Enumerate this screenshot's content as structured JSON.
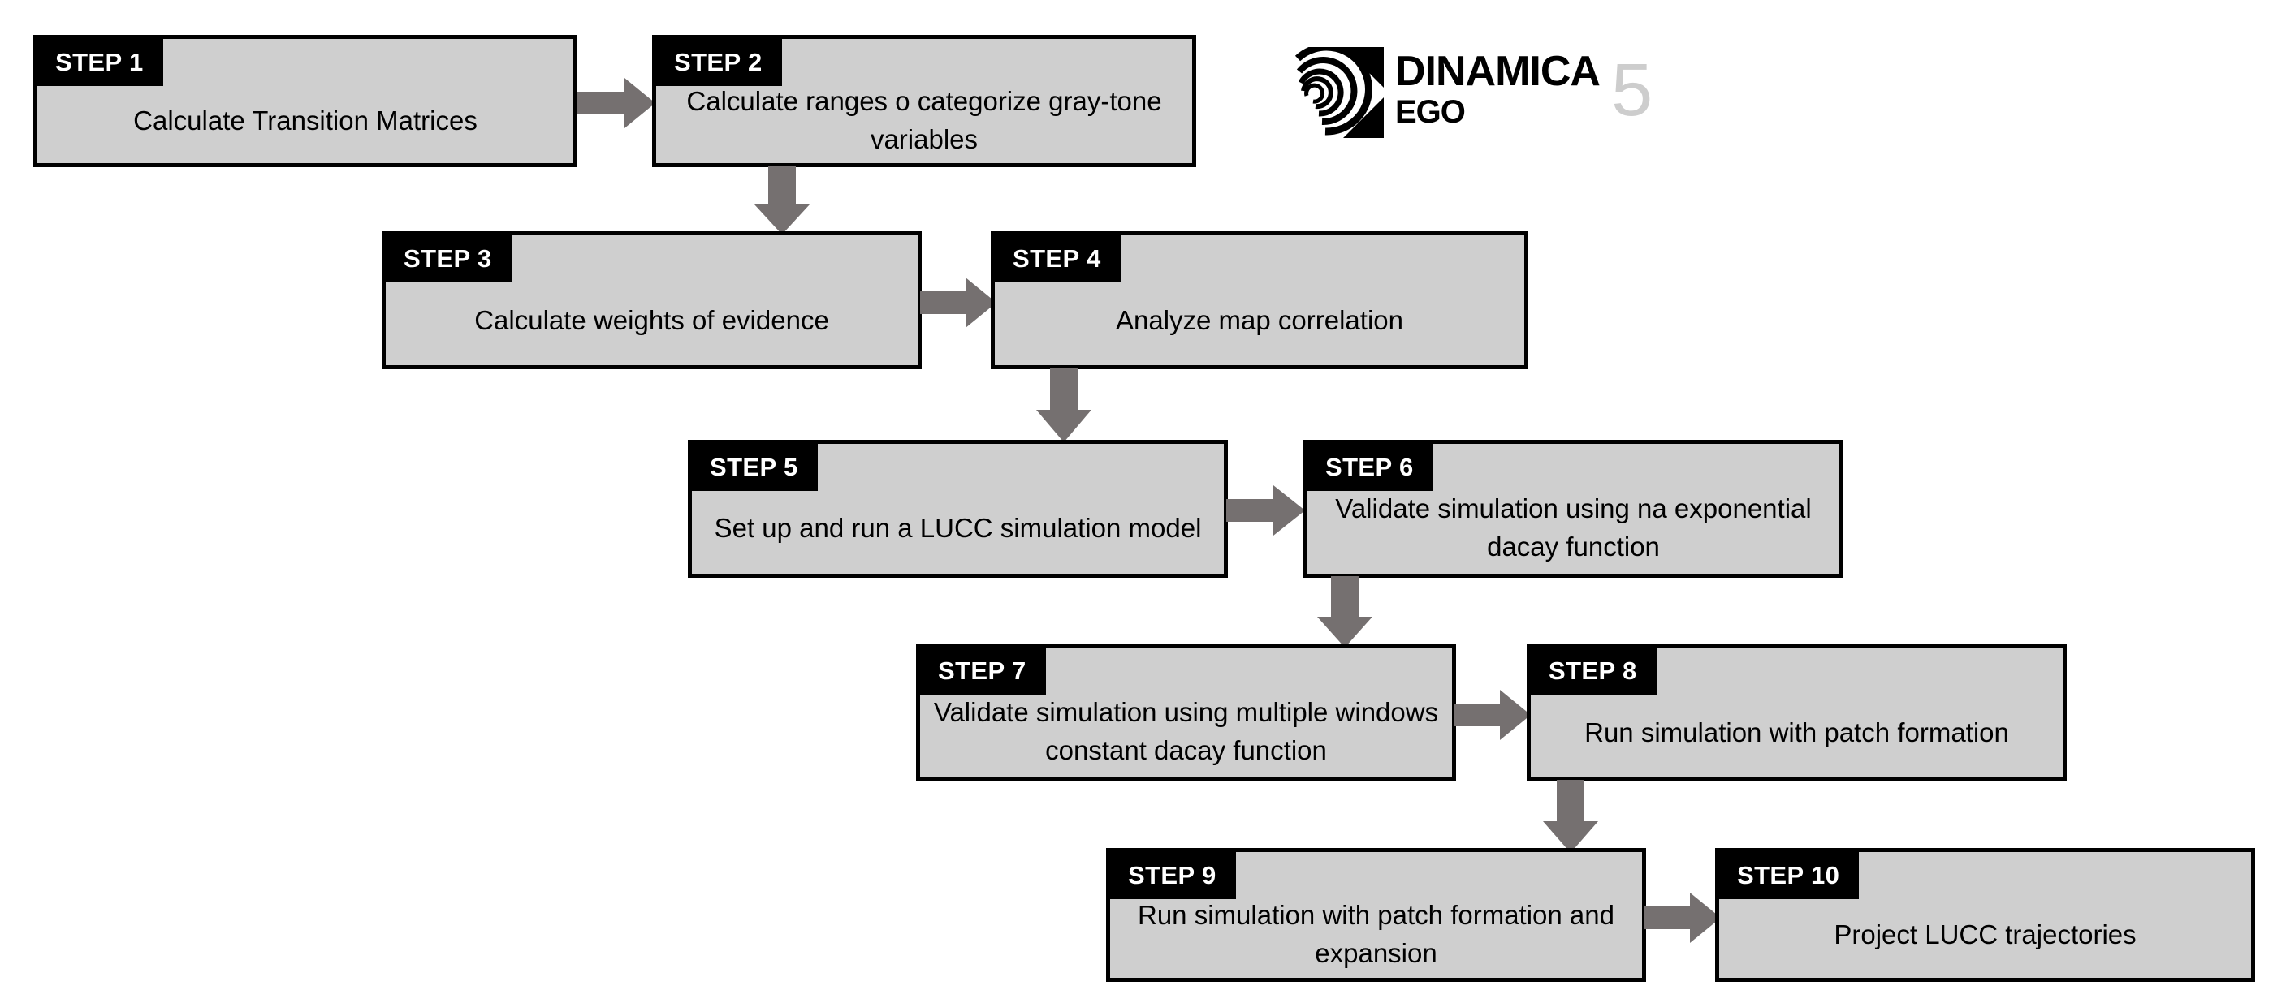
{
  "diagram": {
    "title": "Dinamica EGO workflow steps",
    "colors": {
      "box_fill": "#cfcfcf",
      "box_border": "#000000",
      "tab_fill": "#000000",
      "tab_text": "#ffffff",
      "arrow_fill": "#757070",
      "background": "#ffffff",
      "logo_version": "#cdcdcd"
    },
    "steps": [
      {
        "tab": "STEP 1",
        "text": "Calculate Transition Matrices"
      },
      {
        "tab": "STEP 2",
        "text": "Calculate ranges o categorize gray-tone variables"
      },
      {
        "tab": "STEP 3",
        "text": "Calculate weights of evidence"
      },
      {
        "tab": "STEP 4",
        "text": "Analyze map correlation"
      },
      {
        "tab": "STEP 5",
        "text": "Set up and run a LUCC simulation model"
      },
      {
        "tab": "STEP 6",
        "text": "Validate simulation using na exponential dacay function"
      },
      {
        "tab": "STEP 7",
        "text": "Validate simulation using multiple windows constant dacay function"
      },
      {
        "tab": "STEP 8",
        "text": "Run simulation with patch formation"
      },
      {
        "tab": "STEP 9",
        "text": "Run simulation with patch formation and expansion"
      },
      {
        "tab": "STEP 10",
        "text": "Project LUCC trajectories"
      }
    ],
    "connectors": [
      {
        "name": "arrow-step1-to-step2",
        "direction": "right"
      },
      {
        "name": "arrow-step2-to-step3",
        "direction": "down"
      },
      {
        "name": "arrow-step3-to-step4",
        "direction": "right"
      },
      {
        "name": "arrow-step4-to-step5",
        "direction": "down"
      },
      {
        "name": "arrow-step5-to-step6",
        "direction": "right"
      },
      {
        "name": "arrow-step6-to-step7",
        "direction": "down"
      },
      {
        "name": "arrow-step7-to-step8",
        "direction": "right"
      },
      {
        "name": "arrow-step8-to-step9",
        "direction": "down"
      },
      {
        "name": "arrow-step9-to-step10",
        "direction": "right"
      }
    ]
  },
  "logo": {
    "name": "dinamica-ego-logo",
    "word_top": "DINAMICA",
    "word_bottom": "EGO",
    "version": "5"
  }
}
